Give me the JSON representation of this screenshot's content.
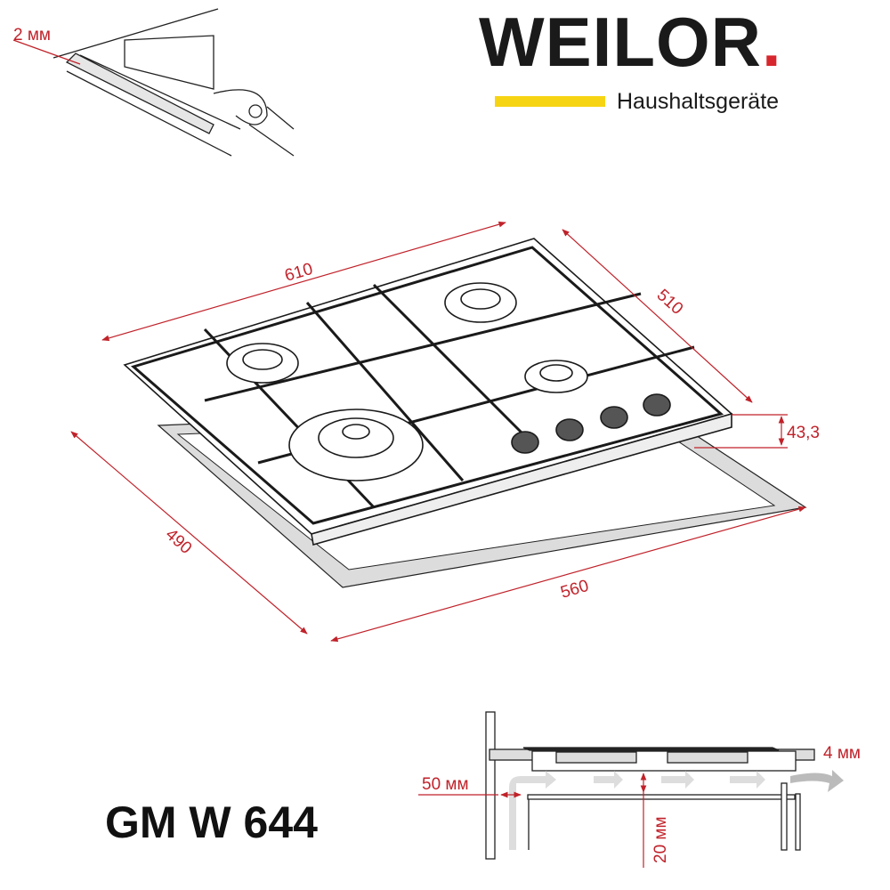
{
  "brand": {
    "name": "WEILOR",
    "dot": ".",
    "tagline": "Haushaltsgeräte",
    "accent": "#f6d414",
    "dot_color": "#d7262d"
  },
  "model": "GM W 644",
  "seal_detail": {
    "thickness": "2 мм"
  },
  "dimensions": {
    "width": "610",
    "depth": "510",
    "height": "43,3",
    "cutout_depth": "490",
    "cutout_width": "560"
  },
  "ventilation": {
    "wall_gap": "50 мм",
    "under_gap": "20 мм",
    "front_gap": "4 мм"
  },
  "dimension_color": "#c0222a"
}
